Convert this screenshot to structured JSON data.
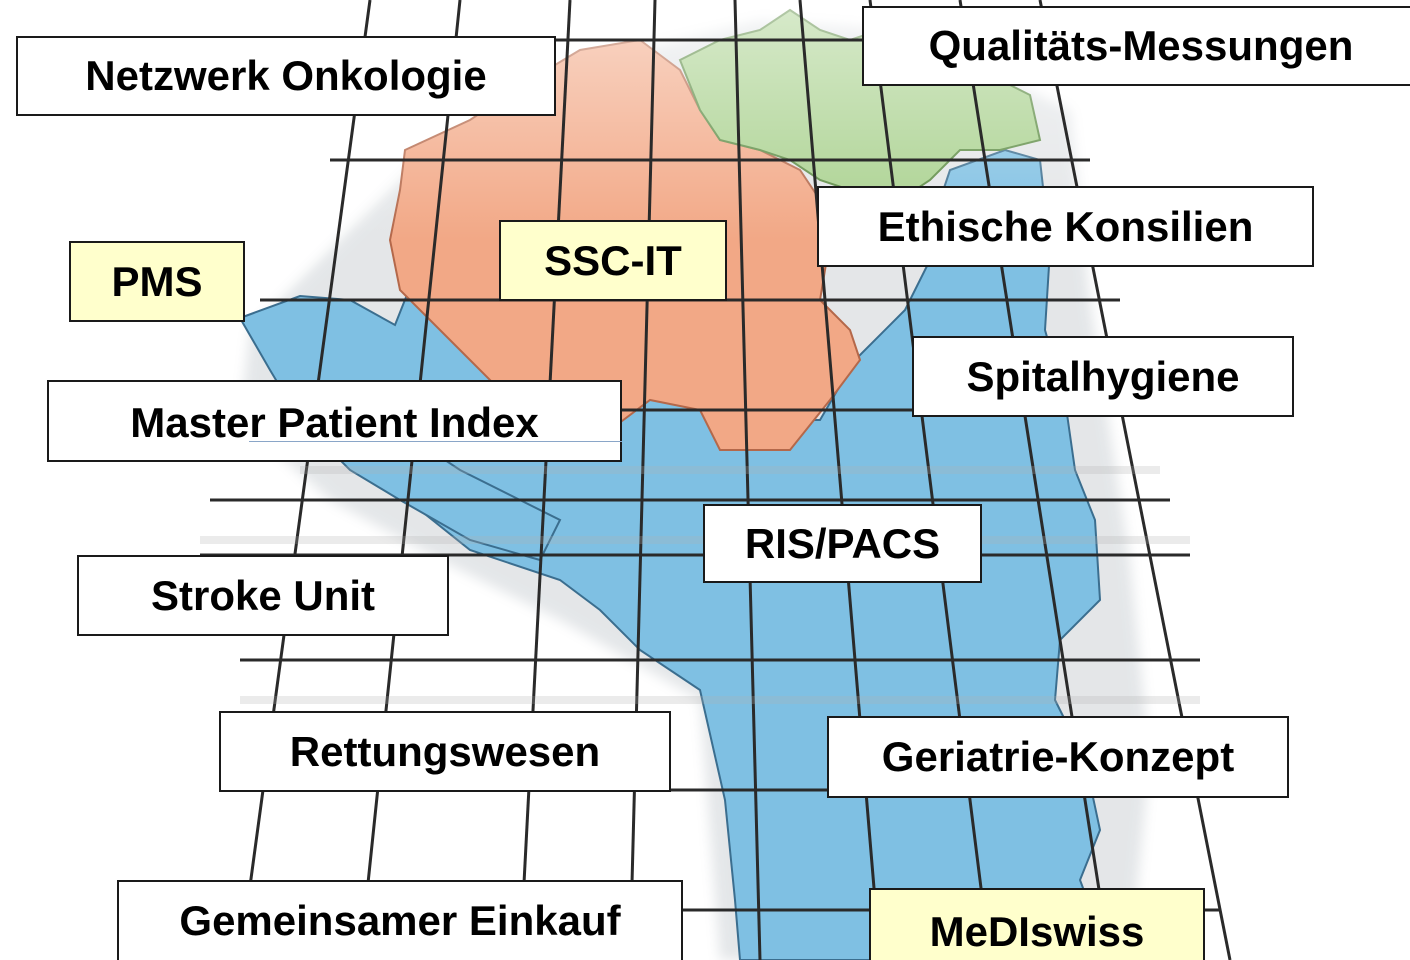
{
  "colors": {
    "canton_orange": "#f2a886",
    "canton_green": "#a9d18e",
    "canton_blue": "#7fc0e3",
    "grid_line": "#2a2a2a",
    "box_white": "#ffffff",
    "box_highlight": "#ffffcc"
  },
  "labels": {
    "netzwerk_onkologie": "Netzwerk Onkologie",
    "qualitaets_messungen": "Qualitäts-Messungen",
    "pms": "PMS",
    "ssc_it": "SSC-IT",
    "ethische_konsilien": "Ethische Konsilien",
    "spitalhygiene": "Spitalhygiene",
    "master_patient_index": "Master Patient Index",
    "ris_pacs": "RIS/PACS",
    "stroke_unit": "Stroke Unit",
    "rettungswesen": "Rettungswesen",
    "geriatrie_konzept": "Geriatrie-Konzept",
    "gemeinsamer_einkauf": "Gemeinsamer Einkauf",
    "medIswiss": "MeDIswiss"
  }
}
